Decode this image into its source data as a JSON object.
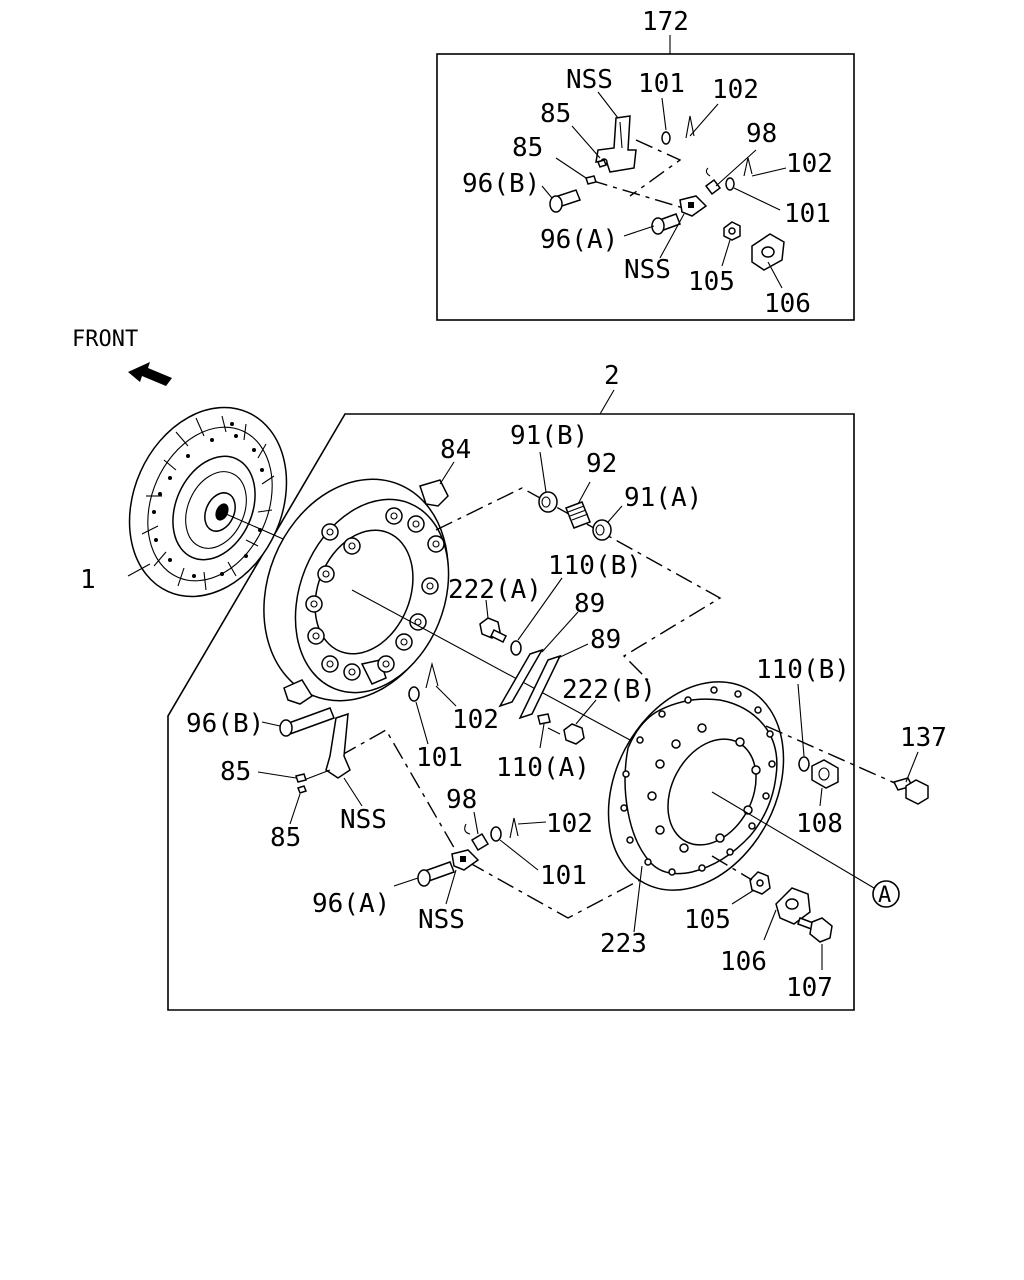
{
  "front_label": "FRONT",
  "circle_ref": "A",
  "labels": {
    "l172": "172",
    "l2": "2",
    "l1": "1",
    "l84": "84",
    "l91b": "91(B)",
    "l92": "92",
    "l91a": "91(A)",
    "l110b_1": "110(B)",
    "l222a": "222(A)",
    "l89_1": "89",
    "l89_2": "89",
    "l110b_2": "110(B)",
    "l137": "137",
    "l222b": "222(B)",
    "l96b": "96(B)",
    "l102_1": "102",
    "l101_1": "101",
    "l110a": "110(A)",
    "l85_1": "85",
    "l108": "108",
    "l98_1": "98",
    "l102_2": "102",
    "l85_2": "85",
    "lnss_1": "NSS",
    "l101_2": "101",
    "l96a": "96(A)",
    "lnss_2": "NSS",
    "l105_1": "105",
    "l223": "223",
    "l106_1": "106",
    "l107": "107",
    "i_nss_top": "NSS",
    "i_101_a": "101",
    "i_102_a": "102",
    "i_85_a": "85",
    "i_85_b": "85",
    "i_98": "98",
    "i_102_b": "102",
    "i_96b": "96(B)",
    "i_101_b": "101",
    "i_96a": "96(A)",
    "i_nss_bot": "NSS",
    "i_105": "105",
    "i_106": "106"
  }
}
